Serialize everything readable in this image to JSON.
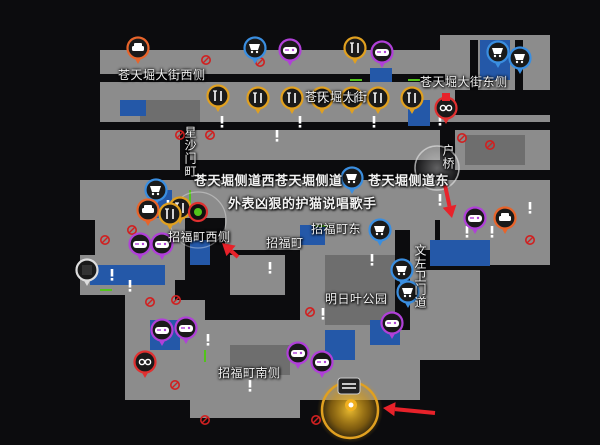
{
  "map": {
    "colors": {
      "background": "#0c0c0e",
      "block": "#8c8c8c",
      "block_dark": "#6e6e6e",
      "highlight": "#2458a8",
      "arrow": "#e8222a",
      "marker_shop": "#3a8ee0",
      "marker_arcade": "#b040d8",
      "marker_food": "#e0a020",
      "marker_car": "#e8642a",
      "marker_glasses": "#e03030",
      "marker_green": "#52c41a",
      "target_ring": "#e0a020"
    },
    "labels": {
      "nw_street": "苍天堀大街西侧",
      "ne_street": "苍天堀大街东侧",
      "n_street": "苍天堀大街",
      "west_road": "星沙门町",
      "cang_side_road": "苍天堀侧道西苍天堀侧道",
      "cang_side_east": "苍天堀侧道东",
      "npc_caption": "外表凶狠的护猫说唱歌手",
      "zhaofu_west": "招福町西侧",
      "zhaofu": "招福町",
      "zhaofu_east": "招福町东",
      "east_road": "文左卫门道",
      "park": "明日叶公园",
      "zhaofu_south": "招福町南侧",
      "gate_text": "户桥"
    },
    "markers": [
      {
        "icon": "car-icon",
        "kind": "car"
      },
      {
        "icon": "food-icon",
        "kind": "food"
      },
      {
        "icon": "shop-icon",
        "kind": "shop"
      },
      {
        "icon": "arcade-icon",
        "kind": "arcade"
      },
      {
        "icon": "glasses-icon",
        "kind": "glasses"
      },
      {
        "icon": "gym-icon",
        "kind": "gym"
      },
      {
        "icon": "target-icon",
        "kind": "target"
      }
    ]
  }
}
